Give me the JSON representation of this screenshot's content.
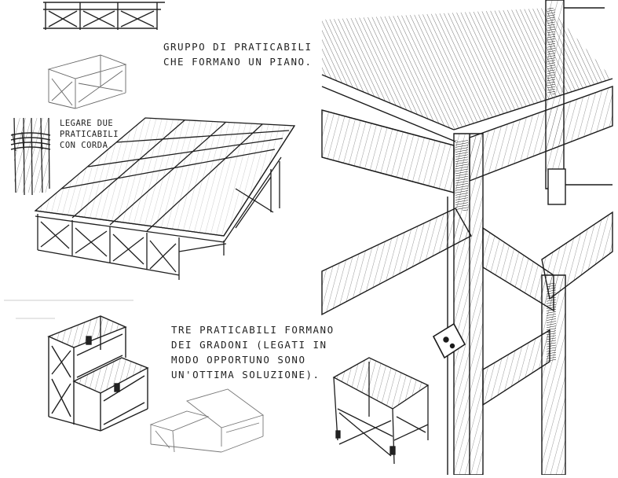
{
  "notes": {
    "group_line1": "GRUPPO DI PRATICABILI",
    "group_line2": "CHE FORMANO UN PIANO.",
    "rope_line1": "LEGARE DUE",
    "rope_line2": "PRATICABILI",
    "rope_line3": "CON CORDA.",
    "steps_line1": "TRE PRATICABILI FORMANO",
    "steps_line2": "DEI GRADONI (LEGATI IN",
    "steps_line3": "MODO OPPORTUNO SONO",
    "steps_line4": "UN'OTTIMA SOLUZIONE)."
  },
  "colors": {
    "ink": "#1e1e1e",
    "paper": "#ffffff"
  }
}
